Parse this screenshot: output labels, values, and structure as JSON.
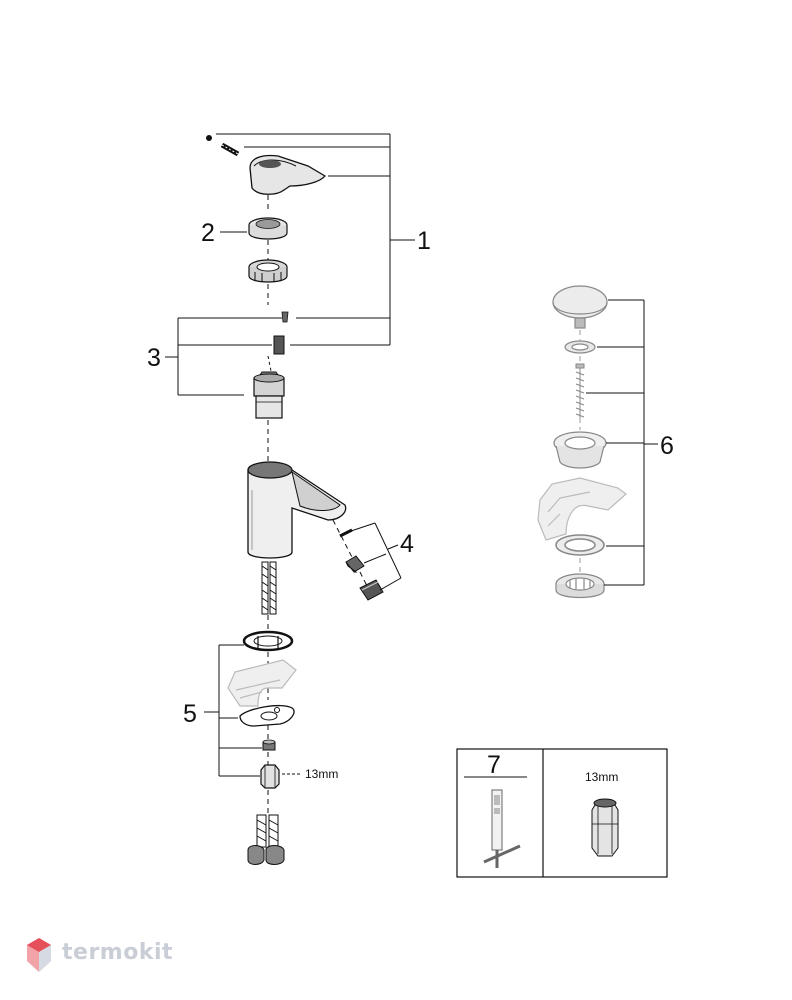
{
  "callouts": {
    "c1": "1",
    "c2": "2",
    "c3": "3",
    "c4": "4",
    "c5": "5",
    "c6": "6",
    "c7": "7"
  },
  "size_labels": {
    "nut_size": "13mm",
    "tool_size": "13mm"
  },
  "watermark": {
    "text": "termokit"
  },
  "colors": {
    "line": "#111111",
    "part_fill": "#d6d6d6",
    "part_dark": "#7a7a7a",
    "faded": "#b8b8b8",
    "watermark_icon": "#e6505a"
  }
}
